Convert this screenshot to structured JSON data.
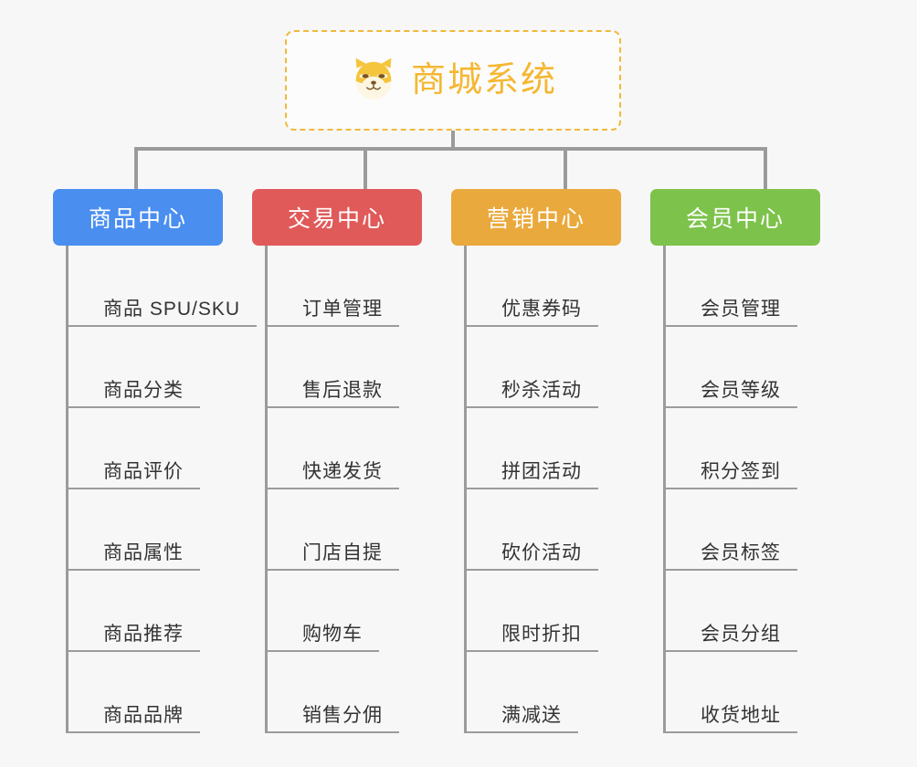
{
  "diagram": {
    "type": "mind-map",
    "background_color": "#f7f7f7",
    "root": {
      "title": "商城系统",
      "icon": "shiba-dog-icon",
      "text_color": "#f5b731",
      "border_color": "#f0b93c",
      "border_style": "dashed"
    },
    "connector_color": "#9b9b9b",
    "branches": [
      {
        "label": "商品中心",
        "color": "#4a8ef0",
        "items": [
          "商品 SPU/SKU",
          "商品分类",
          "商品评价",
          "商品属性",
          "商品推荐",
          "商品品牌"
        ]
      },
      {
        "label": "交易中心",
        "color": "#e05a5a",
        "items": [
          "订单管理",
          "售后退款",
          "快递发货",
          "门店自提",
          "购物车",
          "销售分佣"
        ]
      },
      {
        "label": "营销中心",
        "color": "#eaa93c",
        "items": [
          "优惠券码",
          "秒杀活动",
          "拼团活动",
          "砍价活动",
          "限时折扣",
          "满减送"
        ]
      },
      {
        "label": "会员中心",
        "color": "#7dc24b",
        "items": [
          "会员管理",
          "会员等级",
          "积分签到",
          "会员标签",
          "会员分组",
          "收货地址"
        ]
      }
    ]
  }
}
